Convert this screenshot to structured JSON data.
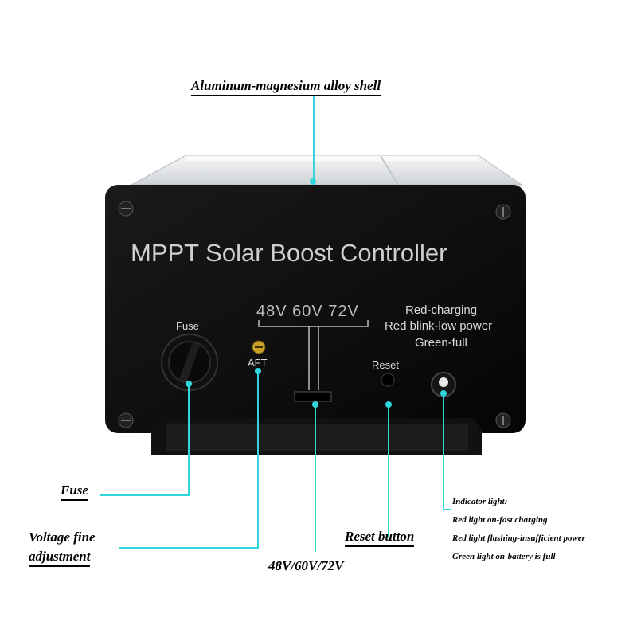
{
  "callouts": {
    "shell": "Aluminum-magnesium alloy shell",
    "fuse": "Fuse",
    "voltage_line1": "Voltage fine",
    "voltage_line2": "adjustment",
    "reset": "Reset button",
    "voltage_select": "48V/60V/72V",
    "indicator_title": "Indicator light:",
    "indicator_red": "Red light on-fast charging",
    "indicator_blink": "Red light flashing-insufficient power",
    "indicator_green": "Green light on-battery is full"
  },
  "device": {
    "title": "MPPT Solar Boost Controller",
    "fuse_label": "Fuse",
    "aft_label": "AFT",
    "voltage_options": "48V 60V 72V",
    "reset_label": "Reset",
    "legend_line1": "Red-charging",
    "legend_line2": "Red blink-low power",
    "legend_line3": "Green-full"
  },
  "colors": {
    "callout_line": "#2fd6dc",
    "panel": "#0d0d0d",
    "shell": "#e9eaec"
  }
}
